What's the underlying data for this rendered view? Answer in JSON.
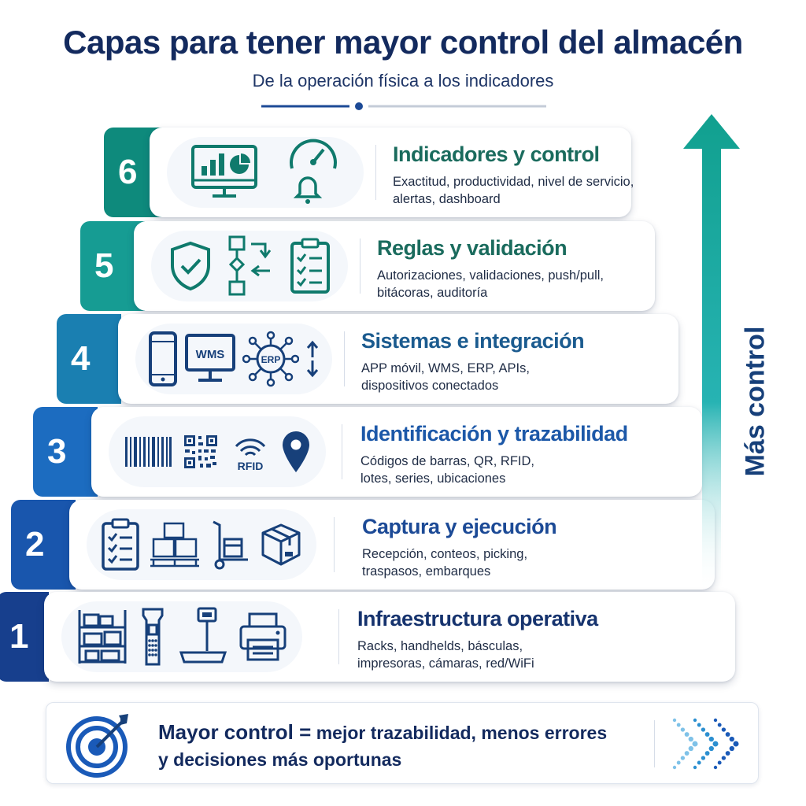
{
  "header": {
    "title": "Capas para tener mayor control del almacén",
    "subtitle": "De la operación física a los indicadores"
  },
  "layers": [
    {
      "number": "6",
      "title": "Indicadores y control",
      "desc_line1": "Exactitud, productividad, nivel de servicio,",
      "desc_line2": "alertas, dashboard",
      "tab_color": "#0e8a7c",
      "title_color": "#1a6b5d",
      "icons": [
        "monitor-chart-icon",
        "gauge-icon",
        "bell-icon"
      ]
    },
    {
      "number": "5",
      "title": "Reglas y validación",
      "desc_line1": "Autorizaciones, validaciones, push/pull,",
      "desc_line2": "bitácoras, auditoría",
      "tab_color": "#169c93",
      "title_color": "#1a6b5d",
      "icons": [
        "shield-check-icon",
        "workflow-icon",
        "checklist-icon"
      ]
    },
    {
      "number": "4",
      "title": "Sistemas e integración",
      "desc_line1": "APP móvil, WMS, ERP, APIs,",
      "desc_line2": "dispositivos conectados",
      "tab_color": "#1a7fb1",
      "title_color": "#1b5b8f",
      "icons": [
        "smartphone-icon",
        "wms-monitor-icon",
        "erp-network-icon",
        "sync-arrows-icon"
      ],
      "wms_label": "WMS",
      "erp_label": "ERP"
    },
    {
      "number": "3",
      "title": "Identificación y trazabilidad",
      "desc_line1": "Códigos de barras, QR, RFID,",
      "desc_line2": "lotes, series, ubicaciones",
      "tab_color": "#1c6cc0",
      "title_color": "#1c58a8",
      "icons": [
        "barcode-icon",
        "qr-code-icon",
        "rfid-icon",
        "location-pin-icon"
      ],
      "rfid_label": "RFID"
    },
    {
      "number": "2",
      "title": "Captura y ejecución",
      "desc_line1": "Recepción, conteos, picking,",
      "desc_line2": "traspasos, embarques",
      "tab_color": "#1956ad",
      "title_color": "#1c4a96",
      "icons": [
        "clipboard-icon",
        "pallet-boxes-icon",
        "hand-truck-icon",
        "box-icon"
      ]
    },
    {
      "number": "1",
      "title": "Infraestructura operativa",
      "desc_line1": "Racks, handhelds, básculas,",
      "desc_line2": "impresoras, cámaras, red/WiFi",
      "tab_color": "#173f8d",
      "title_color": "#16336e",
      "icons": [
        "rack-icon",
        "handheld-scanner-icon",
        "scale-icon",
        "printer-icon"
      ]
    }
  ],
  "side_label": "Más control",
  "footer": {
    "bold": "Mayor control =",
    "rest_line1": " mejor trazabilidad, menos errores",
    "rest_line2": "y decisiones más oportunas"
  },
  "colors": {
    "navy": "#132a5e",
    "teal": "#12a192",
    "blue": "#1c6cc0"
  }
}
